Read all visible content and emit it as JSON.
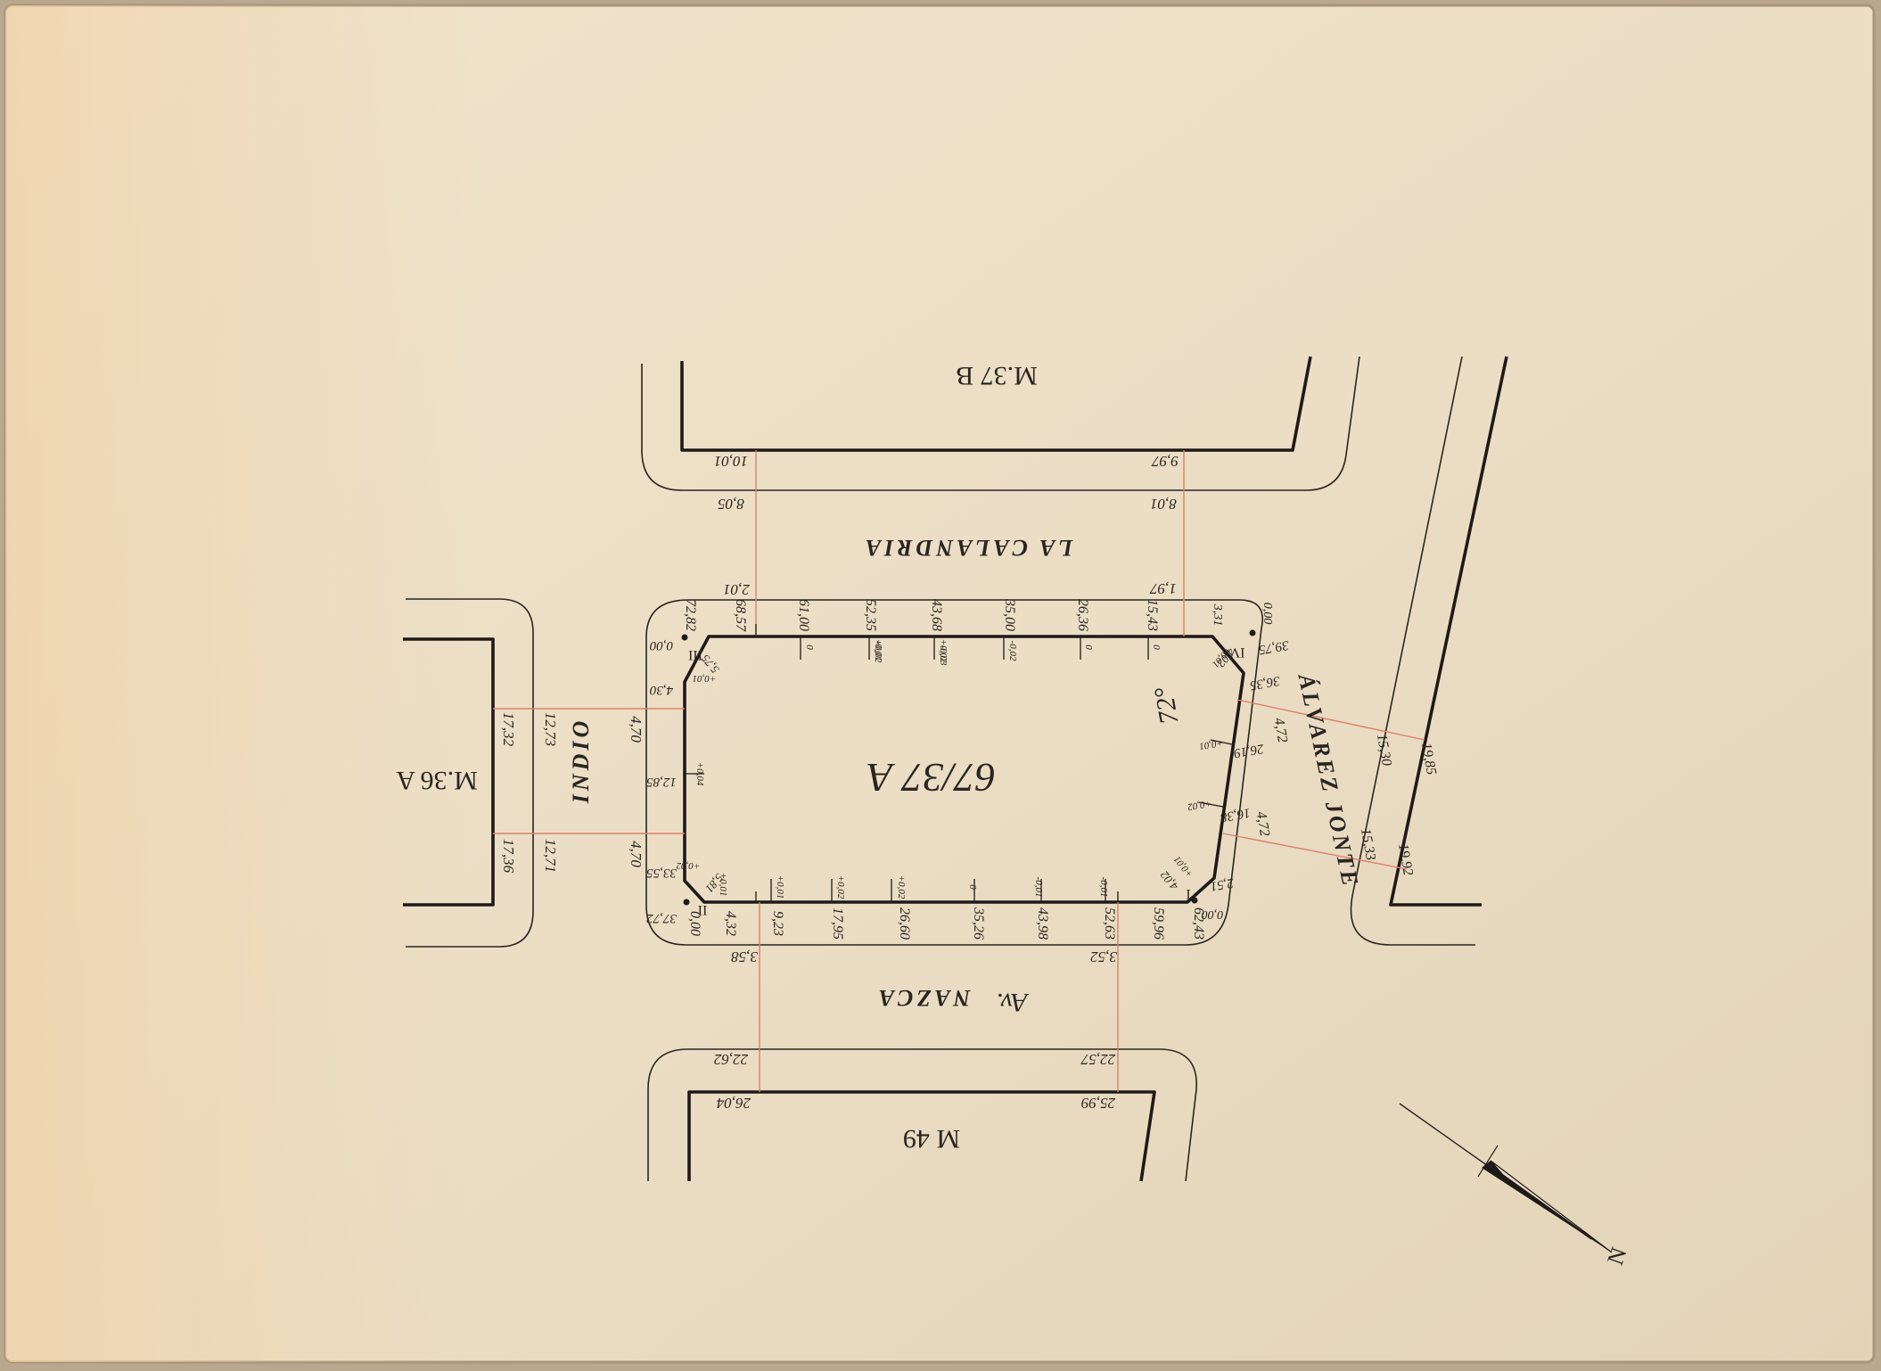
{
  "map": {
    "colors": {
      "paper": "#e9dcc4",
      "ink": "#2a2520",
      "measure_line": "#d9826a",
      "pencil": "#3c4ea0"
    },
    "blocks": {
      "top": "M.37 B",
      "left": "M.36 A",
      "bottom": "M 49",
      "central": "67/37 A"
    },
    "streets": {
      "top": "LA CALANDRIA",
      "left": "INDIO",
      "right": "ÁLVAREZ JONTE",
      "bottom": "NAZCA",
      "bottom_prefix": "Av."
    },
    "pencil_note": "72°",
    "north_arrow": "N",
    "vertices": [
      "I",
      "II",
      "III",
      "IV"
    ],
    "top_block_dims": [
      "10,01",
      "9,97"
    ],
    "top_street_widths": [
      "8,05",
      "8,01"
    ],
    "top_offsets": [
      "2,01",
      "1,97"
    ],
    "left_block_dims": [
      "17,32",
      "17,36"
    ],
    "left_street_widths": [
      "12,73",
      "12,71"
    ],
    "left_offsets": [
      "4,70",
      "4,70"
    ],
    "bottom_offsets": [
      "3,58",
      "3,52"
    ],
    "bottom_street_widths": [
      "22,62",
      "22,57"
    ],
    "bottom_block_dims": [
      "26,04",
      "25,99"
    ],
    "right_offsets": [
      "4,72",
      "4,72"
    ],
    "right_street_widths": [
      "15,30",
      "15,33"
    ],
    "right_far": [
      "19,85",
      "19,92"
    ],
    "top_chainage": [
      "72,82",
      "68,57",
      "61,00",
      "52,35",
      "43,68",
      "35,00",
      "26,36",
      "15,43",
      "3,31",
      "0,00"
    ],
    "bottom_chainage": [
      "0,00",
      "4,32",
      "9,23",
      "17,95",
      "26,60",
      "35,26",
      "43,98",
      "52,63",
      "59,96",
      "62,43",
      "0,00"
    ],
    "left_chainage": [
      "0,00",
      "4,30",
      "12,85",
      "33,55",
      "37,72"
    ],
    "right_chainage": [
      "39,75",
      "36,35",
      "26,19",
      "16,38",
      "2,51"
    ],
    "chamfers": [
      "5,75",
      "5,81",
      "4,02",
      "4,02"
    ],
    "small_marks": [
      "+0,01",
      "+0,04",
      "+0,02",
      "+0,01",
      "+0,02",
      "+0,02",
      "0",
      "-0,01",
      "-0,03",
      "-0,02",
      "0",
      "0",
      "+0,01",
      "+0,02",
      "+0,01",
      "+0,01",
      "+0,01",
      "+0,02",
      "+0,02",
      "0",
      "-0,01",
      "-0,01"
    ]
  }
}
